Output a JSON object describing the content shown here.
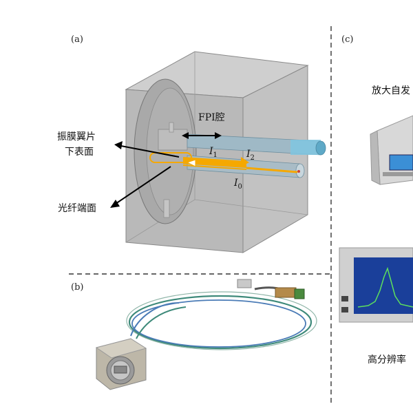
{
  "panels": {
    "a": {
      "label": "(a)"
    },
    "b": {
      "label": "(b)"
    },
    "c": {
      "label": "(c)"
    }
  },
  "annotations": {
    "fpi_cavity": "FPI腔",
    "diaphragm_line1": "振膜翼片",
    "diaphragm_line2": "下表面",
    "fiber_end": "光纤端面",
    "i1": "I",
    "i1_sub": "1",
    "i2": "I",
    "i2_sub": "2",
    "i0": "I",
    "i0_sub": "0"
  },
  "panel_c": {
    "top_caption": "放大自发",
    "bottom_caption": "高分辨率"
  },
  "colors": {
    "cube_fill": "#b9b9b9",
    "fiber_blue": "#7fb0c8",
    "beam_orange": "#f5a800",
    "divider": "#333333"
  }
}
